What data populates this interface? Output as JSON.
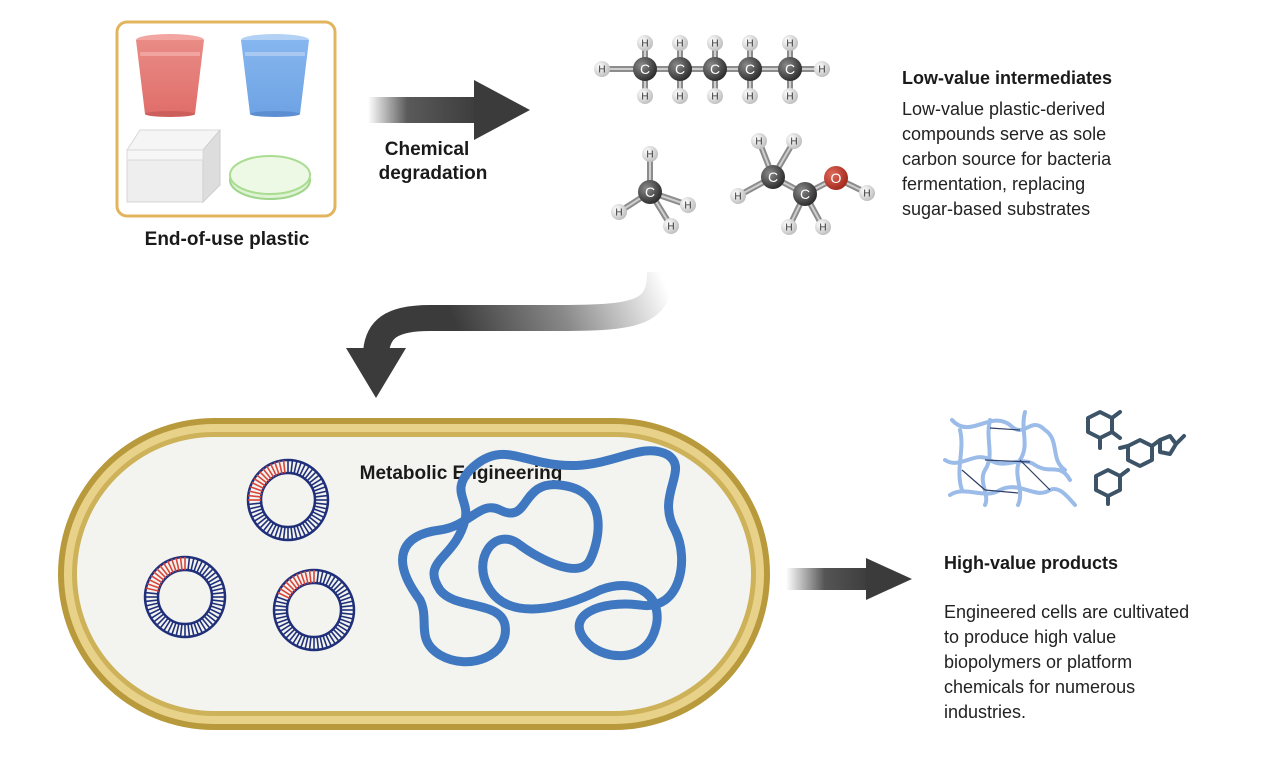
{
  "plastic": {
    "label": "End-of-use plastic"
  },
  "degradation": {
    "label_line1": "Chemical",
    "label_line2": "degradation"
  },
  "intermediates": {
    "title": "Low-value intermediates",
    "description": [
      "Low-value plastic-derived",
      "compounds serve as sole",
      "carbon source for bacteria",
      "fermentation, replacing",
      "sugar-based substrates"
    ]
  },
  "atoms": {
    "carbon": "C",
    "hydrogen": "H",
    "oxygen": "O"
  },
  "cell": {
    "label": "Metabolic Engineering"
  },
  "products": {
    "title": "High-value products",
    "description": [
      "Engineered cells are cultivated",
      "to produce high value",
      "biopolymers or platform",
      "chemicals for numerous",
      "industries."
    ]
  },
  "colors": {
    "cup_red": "#e57373",
    "cup_blue": "#7fb0ea",
    "plastic_box_border": "#e2b45e",
    "arrow_dark": "#3b3b3b",
    "carbon_atom": "#3a3a3a",
    "hydrogen_atom": "#d9d9d9",
    "oxygen_atom": "#c0392b",
    "cell_wall": "#c8a94a",
    "cell_inner": "#f3f4ef",
    "plasmid_blue": "#1f2f7a",
    "plasmid_red": "#d9453b",
    "chromosome": "#3f78c0",
    "polymer": "#8fb1e3",
    "molecule_dark": "#3d5468"
  }
}
